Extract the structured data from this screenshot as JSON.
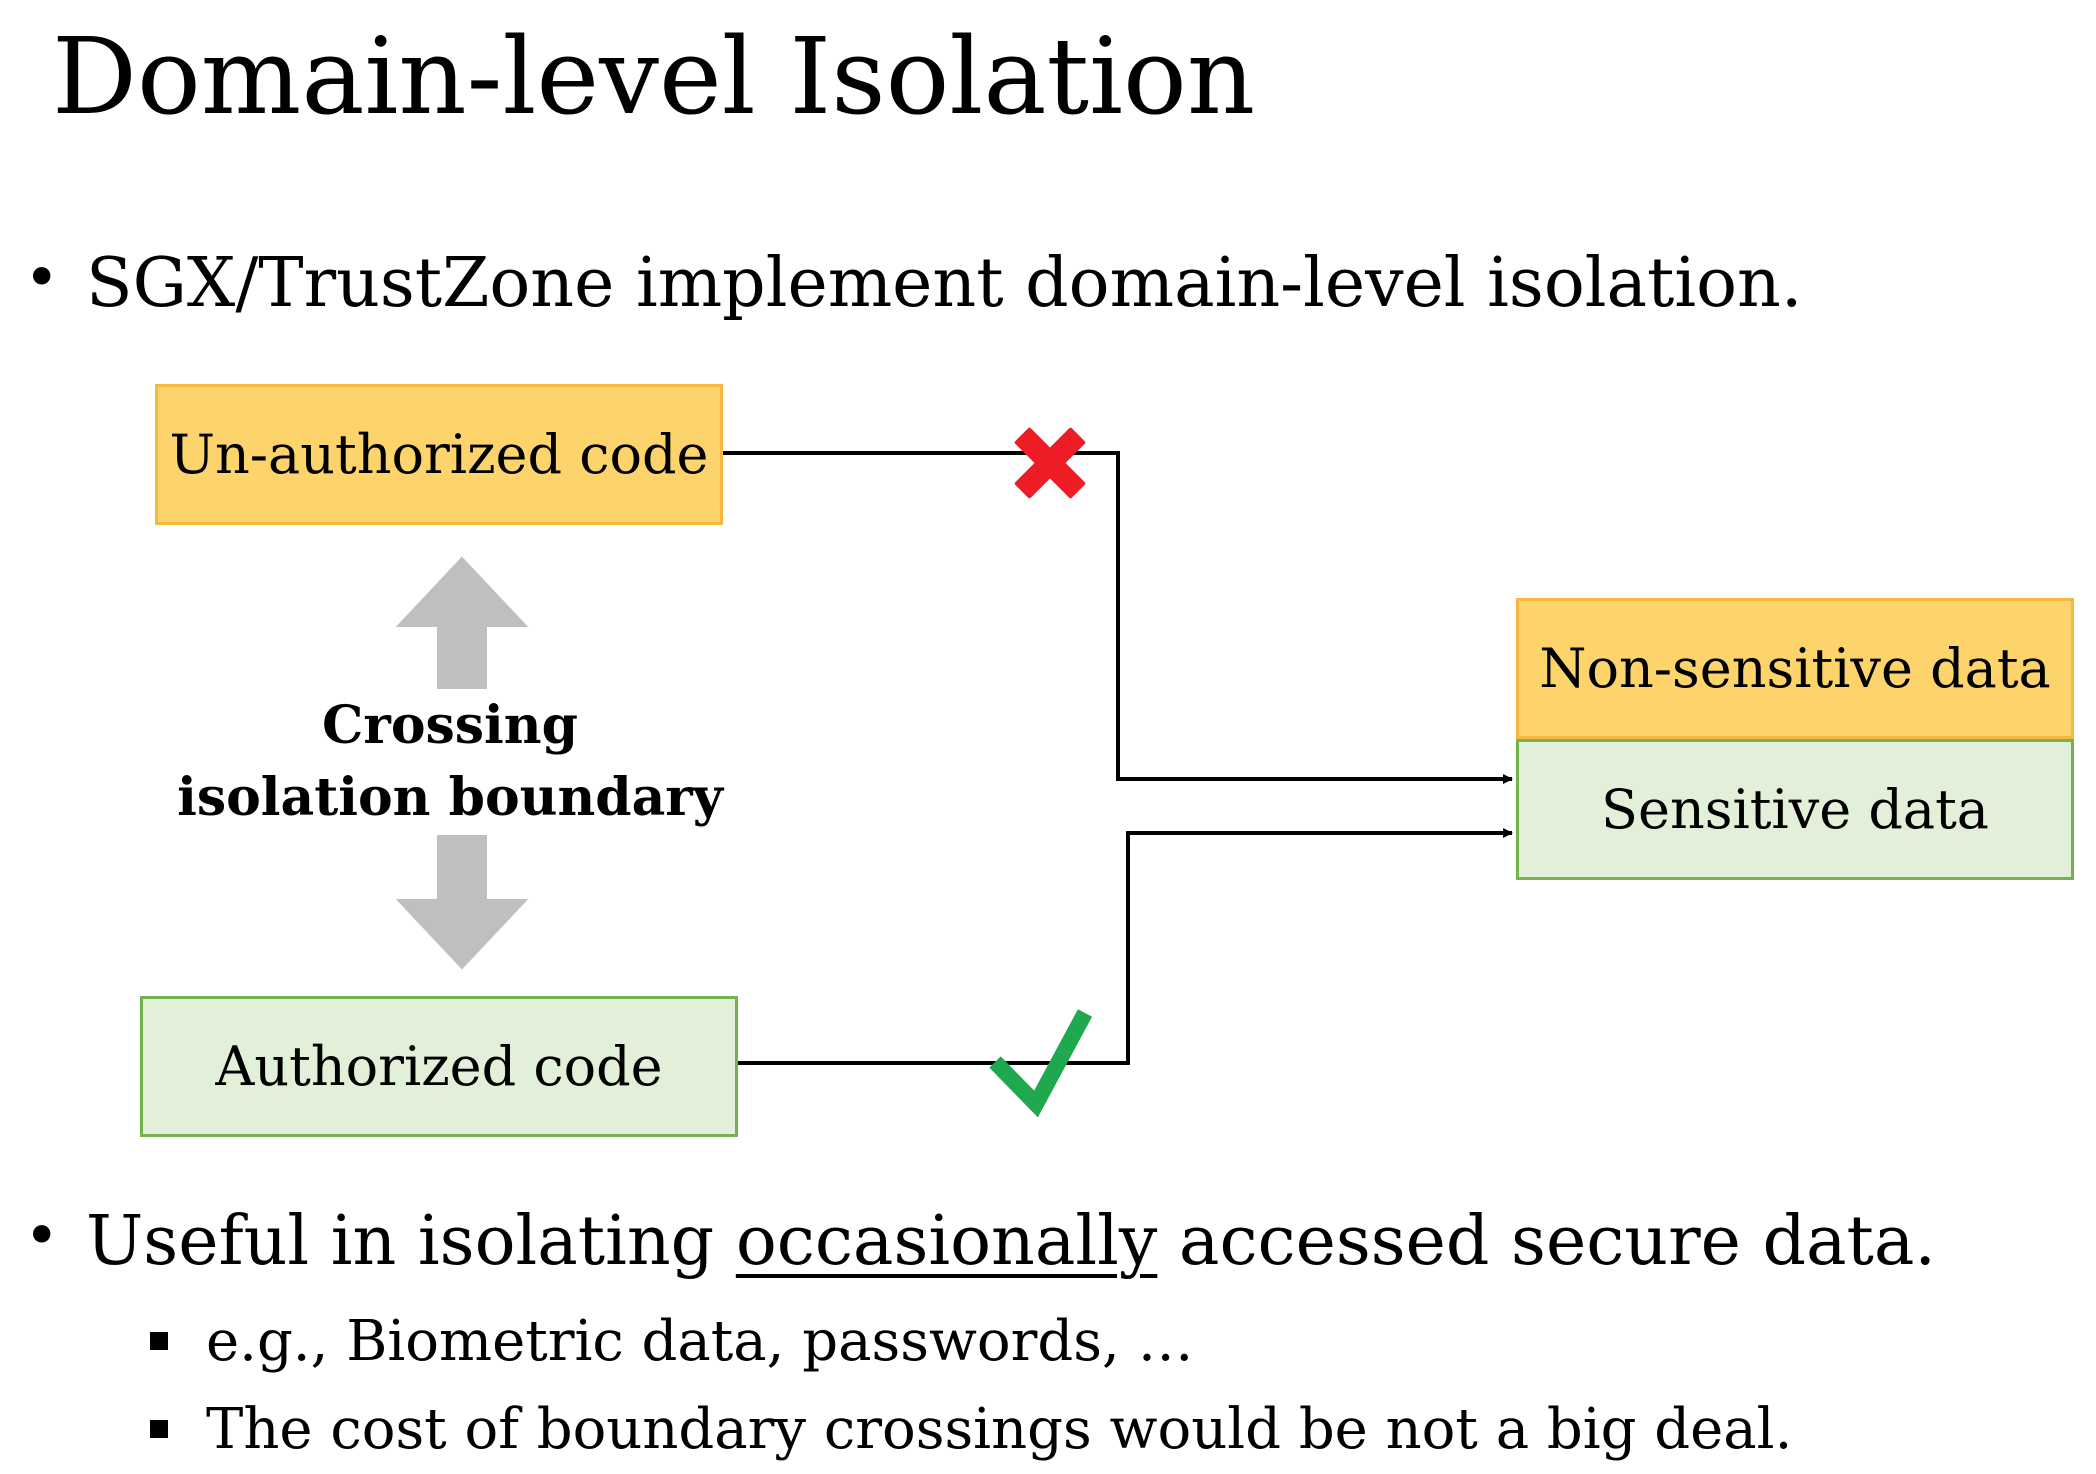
{
  "slide": {
    "title": "Domain-level Isolation"
  },
  "bullets": [
    {
      "text": "SGX/TrustZone implement domain-level isolation."
    },
    {
      "text_before": "Useful in isolating ",
      "text_underlined": "occasionally",
      "text_after": " accessed secure data.",
      "sub_bullets": [
        "e.g., Biometric data, passwords, …",
        "The cost of boundary crossings would be not a big deal."
      ]
    }
  ],
  "diagram": {
    "unauthorized_code": "Un-authorized code",
    "authorized_code": "Authorized code",
    "non_sensitive_data": "Non-sensitive data",
    "sensitive_data": "Sensitive data",
    "crossing_line1": "Crossing",
    "crossing_line2": "isolation boundary",
    "icons": {
      "denied": "cross-mark-icon",
      "allowed": "check-mark-icon",
      "boundary_up": "arrow-up-icon",
      "boundary_down": "arrow-down-icon"
    },
    "colors": {
      "orange_fill": "#fdd46b",
      "orange_border": "#f5b940",
      "green_fill": "#e2efd9",
      "green_border": "#74b450",
      "deny_red": "#ee1c25",
      "allow_green": "#20a84e",
      "arrow_gray": "#bfbfbf"
    }
  }
}
